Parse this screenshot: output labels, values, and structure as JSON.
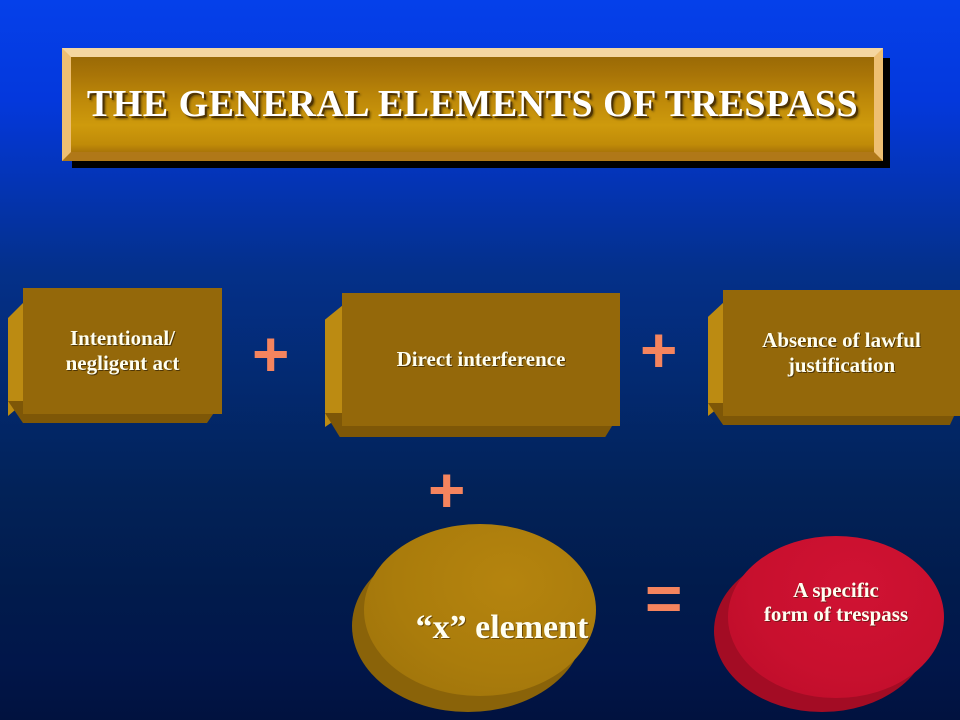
{
  "slide": {
    "title": "THE GENERAL ELEMENTS OF TRESPASS",
    "background_top_color": "#0540EA",
    "background_bottom_color": "#01123F"
  },
  "colors": {
    "title_gold_light": "#CE9A0C",
    "title_gold_dark": "#9A6A06",
    "title_bevel_highlight": "#F5D6A0",
    "box_gold_face": "#94680A",
    "box_gold_side": "#C08F15",
    "box_gold_bottom": "#785206",
    "operator_salmon": "#F5845E",
    "ellipse_red": "#C8102E",
    "ellipse_red_shadow": "#A60C25",
    "text_white": "#FFFFF0"
  },
  "elements": {
    "box_1": {
      "label": "Intentional/\nnegligent act",
      "font_size": "21px"
    },
    "box_2": {
      "label": "Direct interference",
      "font_size": "21px"
    },
    "box_3": {
      "label": "Absence of lawful\njustification",
      "font_size": "21px"
    },
    "ellipse_x": {
      "label": "“x” element",
      "font_size": "34px",
      "fill": "#AE7F0C"
    },
    "ellipse_result": {
      "label": "A specific\nform of trespass",
      "font_size": "21px",
      "fill": "#C8102E"
    }
  },
  "operators": {
    "plus_1": {
      "symbol": "+",
      "font_size": "64px"
    },
    "plus_2": {
      "symbol": "+",
      "font_size": "64px"
    },
    "plus_3": {
      "symbol": "+",
      "font_size": "64px"
    },
    "equals_1": {
      "symbol": "=",
      "font_size": "64px"
    }
  }
}
